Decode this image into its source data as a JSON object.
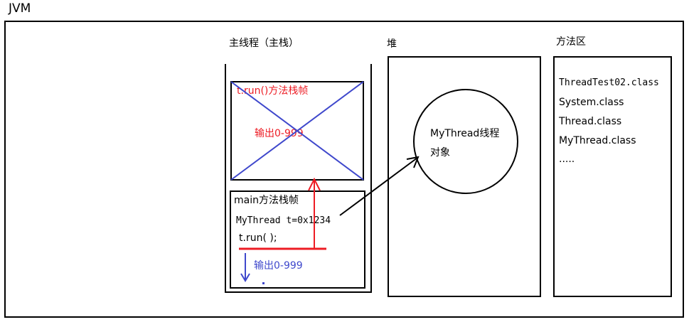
{
  "jvm_label": "JVM",
  "main_thread": {
    "title": "主线程（主栈）",
    "run_frame": {
      "title": "t.run()方法栈帧",
      "output": "输出0-999",
      "crossed_out": true,
      "cross_color": "#3f48cc"
    },
    "main_frame": {
      "title": "main方法栈帧",
      "code_line1": "MyThread t=0x1234",
      "code_line2": "t.run( );",
      "output": "输出0-999",
      "output_color": "#3f48cc",
      "call_arrow_color": "#ed1c24"
    }
  },
  "heap": {
    "title": "堆",
    "object_line1": "MyThread线程",
    "object_line2": "对象"
  },
  "method_area": {
    "title": "方法区",
    "items": [
      "ThreadTest02.class",
      "System.class",
      "Thread.class",
      "MyThread.class",
      "....."
    ]
  },
  "colors": {
    "red_text": "#ed1c24",
    "blue": "#3f48cc",
    "black": "#000000"
  }
}
